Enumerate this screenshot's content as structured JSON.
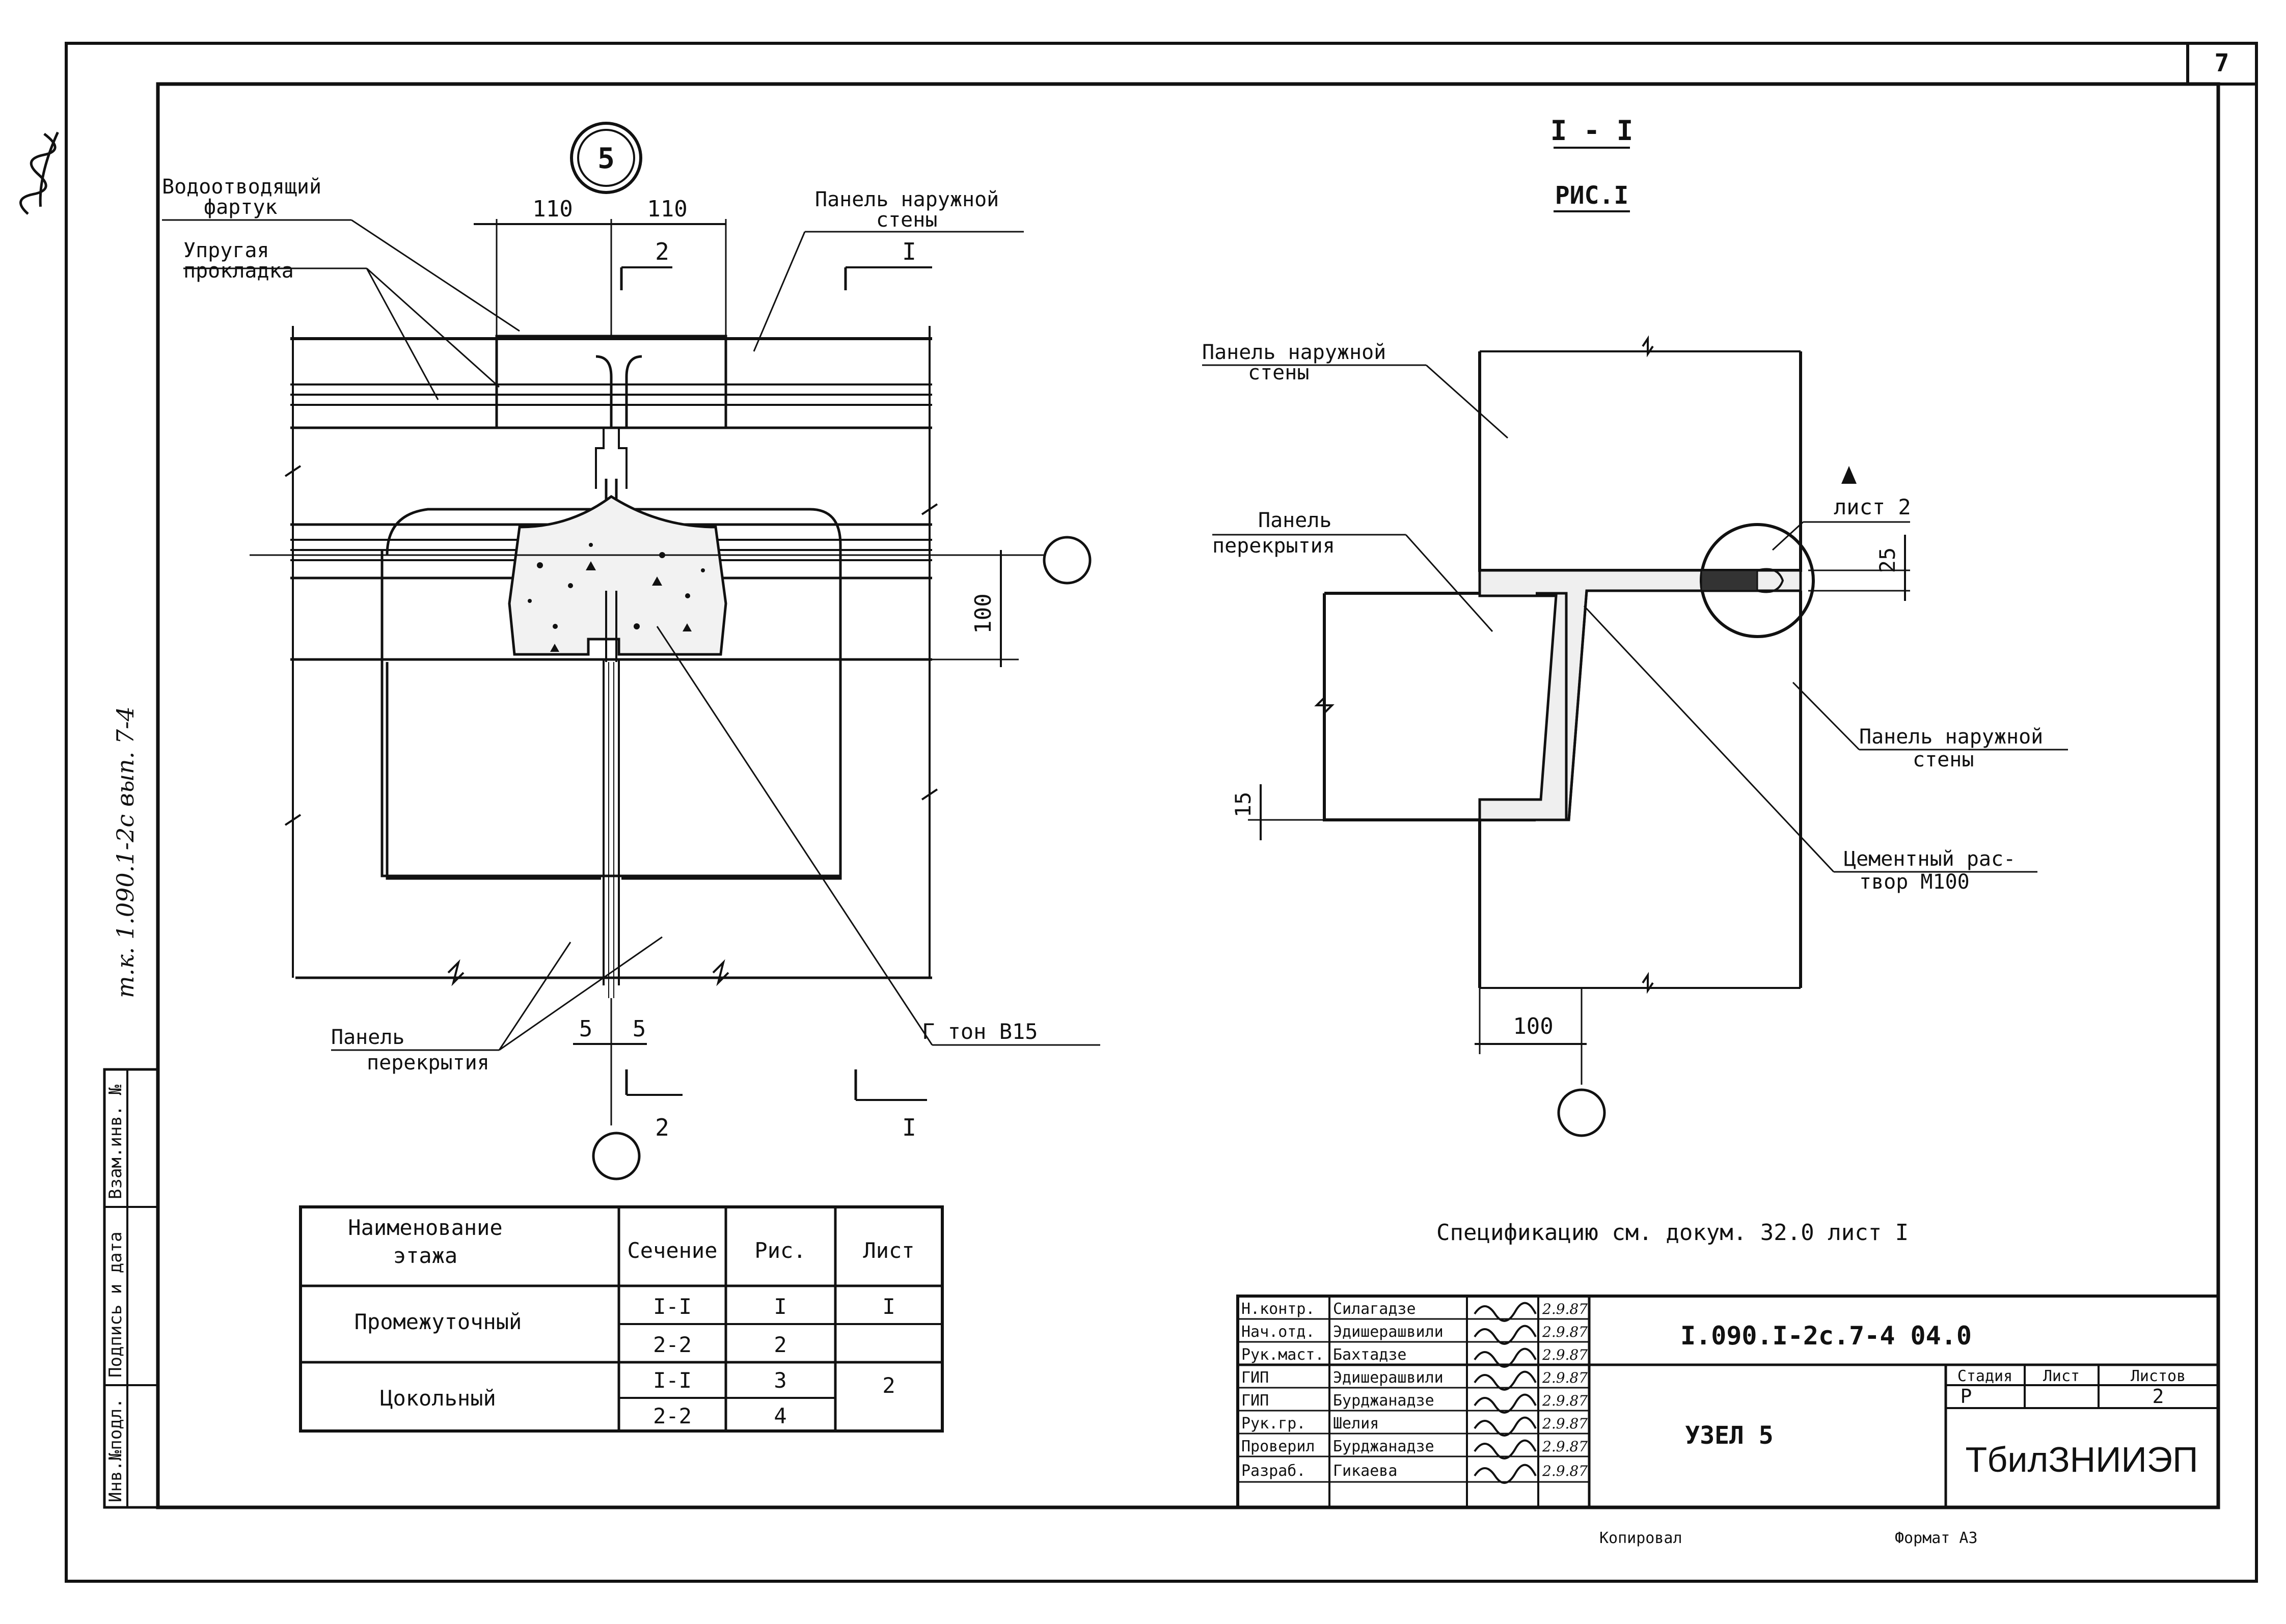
{
  "sheet": {
    "page_number": "7",
    "left_margin_label": "т.к. 1.090.1-2с вып. 7-4"
  },
  "left_detail": {
    "node_marker": "5",
    "labels": {
      "drip_apron": "Водоотводящий\nфартук",
      "elastic_gasket": "Упругая\nпрокладка",
      "outer_wall_panel": "Панель наружной\nстены",
      "floor_panel": "Панель\nперекрытия",
      "concrete": "Г тон В15"
    },
    "dims": {
      "d110_left": "110",
      "d110_right": "110",
      "d100": "100",
      "d5_left": "5",
      "d5_right": "5"
    },
    "section_marks": {
      "sec2_top": "2",
      "secI_top": "I",
      "sec2_bottom": "2",
      "secI_bottom": "I"
    }
  },
  "right_detail": {
    "section_title": "I - I",
    "figure_label": "РИС.I",
    "labels": {
      "outer_wall_top": "Панель наружной\nстены",
      "floor_panel": "Панель\nперекрытия",
      "sheet_ref": "лист 2",
      "outer_wall_right": "Панель наружной\nстены",
      "mortar": "Цементный рас-\nтвор М100"
    },
    "dims": {
      "d25": "25",
      "d15": "15",
      "d100": "100"
    }
  },
  "spec_note": "Спецификацию см. докум. 32.0 лист I",
  "floor_table": {
    "headers": [
      "Наименование\nэтажа",
      "Сечение",
      "Рис.",
      "Лист"
    ],
    "groups": [
      {
        "name": "Промежуточный",
        "sheet": "I",
        "rows": [
          {
            "section": "I-I",
            "fig": "I"
          },
          {
            "section": "2-2",
            "fig": "2"
          }
        ]
      },
      {
        "name": "Цокольный",
        "sheet": "2",
        "rows": [
          {
            "section": "I-I",
            "fig": "3"
          },
          {
            "section": "2-2",
            "fig": "4"
          }
        ]
      }
    ]
  },
  "side_stamp": [
    "Инв.№подл.",
    "Подпись и дата",
    "Взам.инв. №"
  ],
  "title_block": {
    "designation": "I.090.I-2с.7-4 04.0",
    "title": "УЗЕЛ 5",
    "stage_label": "Стадия",
    "sheet_label": "Лист",
    "sheets_label": "Листов",
    "stage_value": "Р",
    "sheet_value": "",
    "sheets_value": "2",
    "organization": "ТбилЗНИИЭП",
    "roles": [
      {
        "role": "Н.контр.",
        "name": "Силагадзе",
        "date": "2.9.87"
      },
      {
        "role": "Нач.отд.",
        "name": "Эдишерашвили",
        "date": "2.9.87"
      },
      {
        "role": "Рук.маст.",
        "name": "Бахтадзе",
        "date": "2.9.87"
      },
      {
        "role": "ГИП",
        "name": "Эдишерашвили",
        "date": "2.9.87"
      },
      {
        "role": "ГИП",
        "name": "Бурджанадзе",
        "date": "2.9.87"
      },
      {
        "role": "Рук.гр.",
        "name": "Шелия",
        "date": "2.9.87"
      },
      {
        "role": "Проверил",
        "name": "Бурджанадзе",
        "date": "2.9.87"
      },
      {
        "role": "Разраб.",
        "name": "Гикаева",
        "date": "2.9.87"
      }
    ]
  },
  "footer": {
    "copied": "Копировал",
    "format": "Формат А3"
  }
}
